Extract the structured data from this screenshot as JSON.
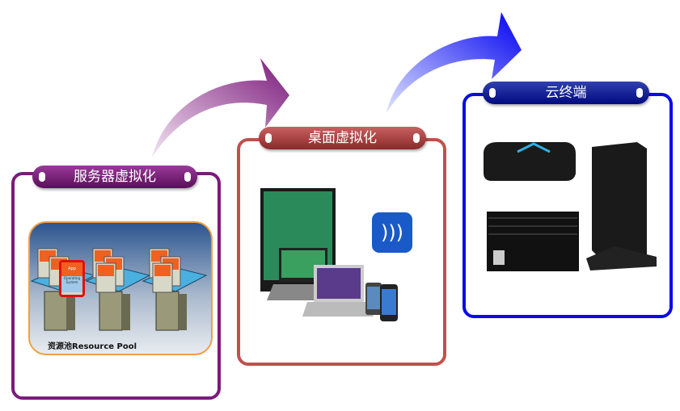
{
  "stages": [
    {
      "title": "服务器虚拟化",
      "color": "#7b1a7b"
    },
    {
      "title": "桌面虚拟化",
      "color": "#c0504d"
    },
    {
      "title": "云终端",
      "color": "#0a0ae8"
    }
  ],
  "resource_pool": {
    "caption": "资源池Resource Pool",
    "app_label": "App",
    "os_label": "Operating System"
  }
}
